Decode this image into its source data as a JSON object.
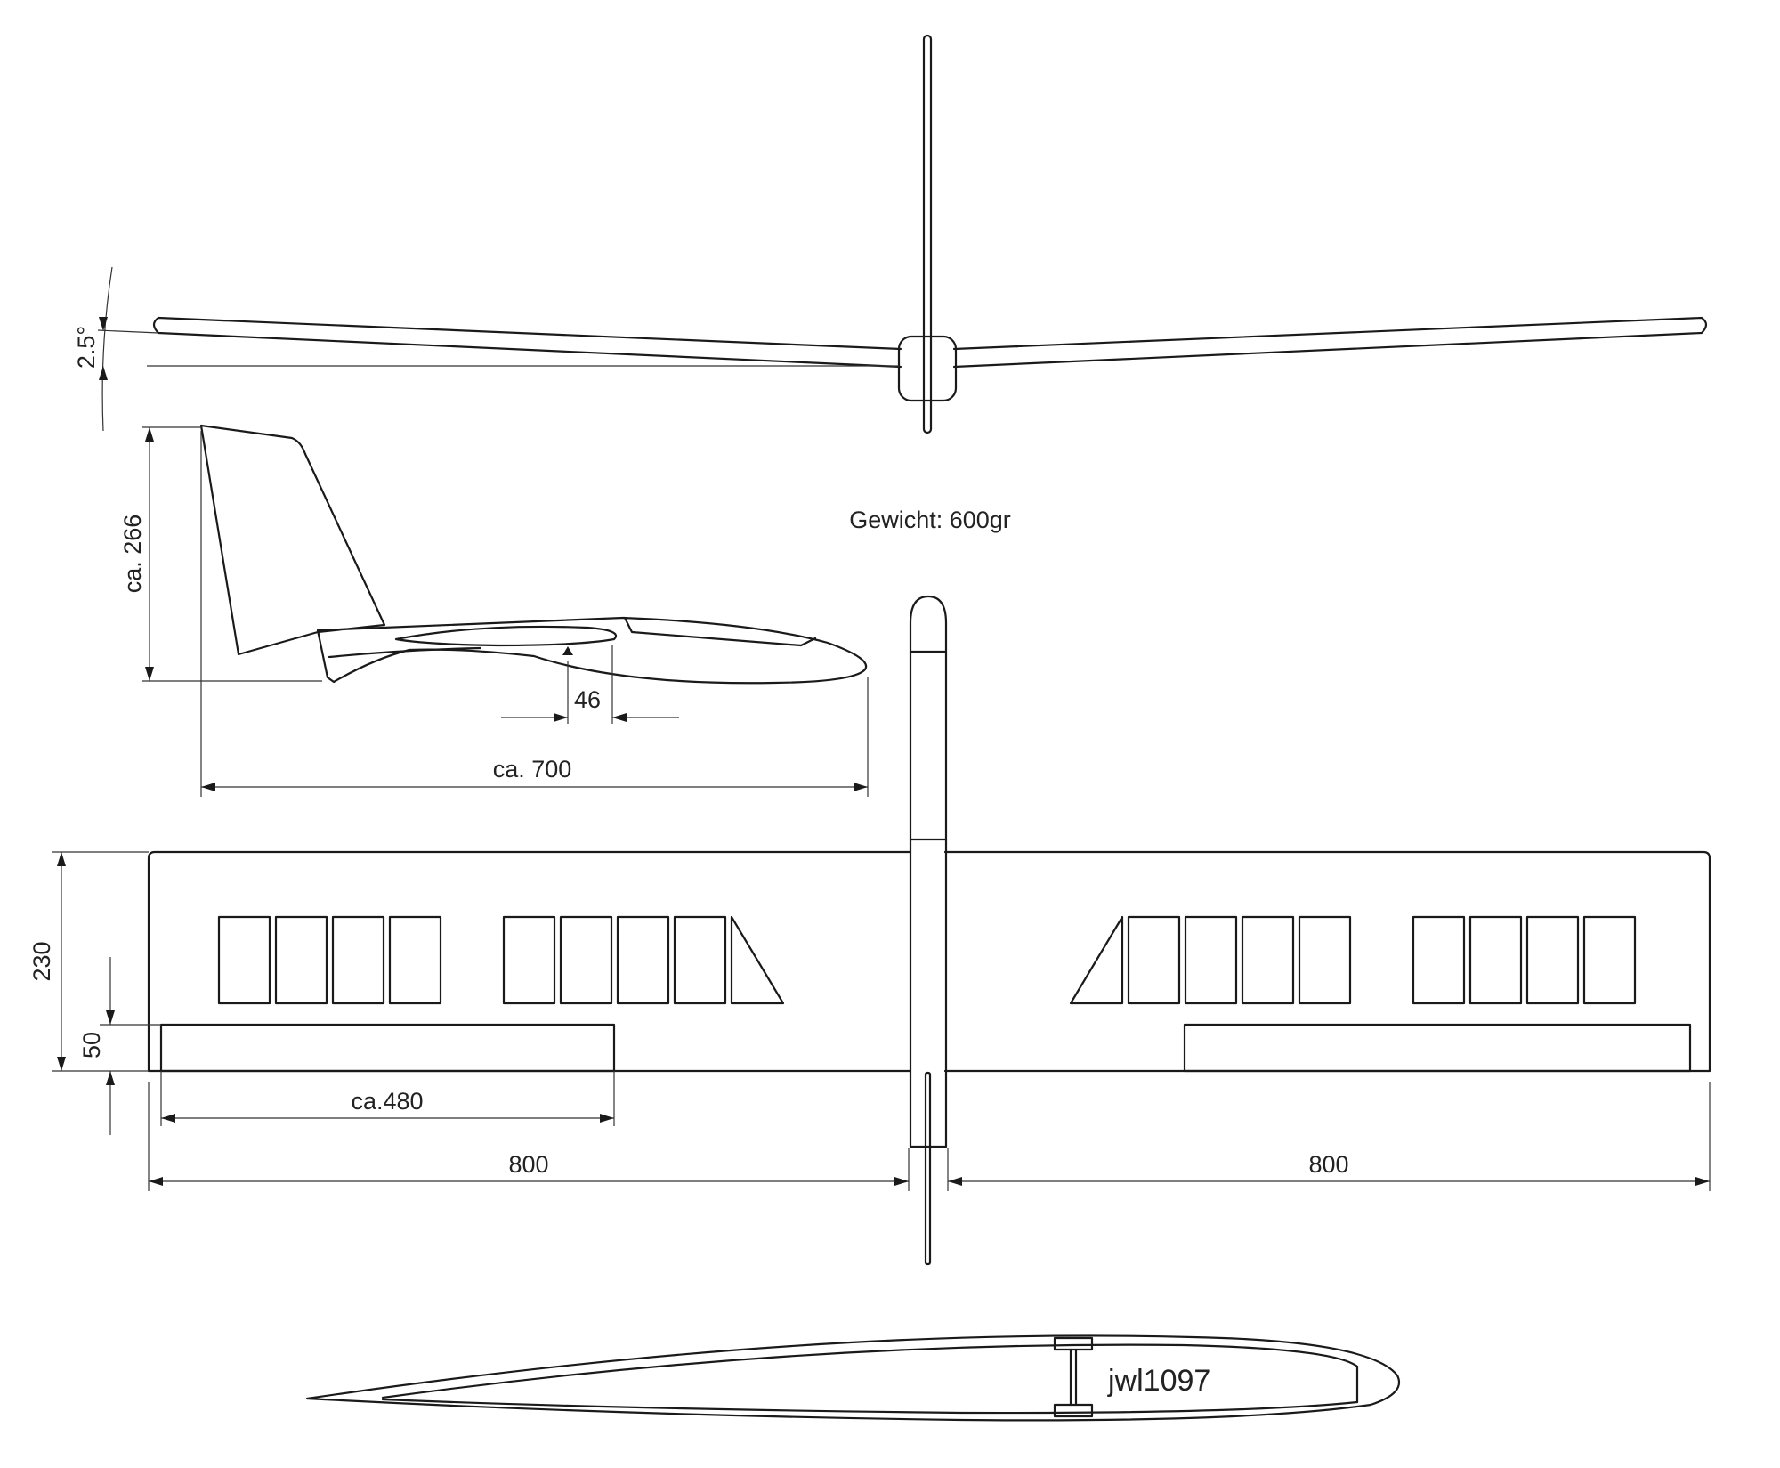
{
  "labels": {
    "dihedral": "2.5°",
    "fin_height": "ca. 266",
    "weight": "Gewicht: 600gr",
    "cg_offset": "46",
    "fuselage_length": "ca. 700",
    "root_chord": "230",
    "aileron_depth": "50",
    "aileron_length": "ca.480",
    "half_span_left": "800",
    "half_span_right": "800",
    "airfoil_name": "jwl1097"
  }
}
